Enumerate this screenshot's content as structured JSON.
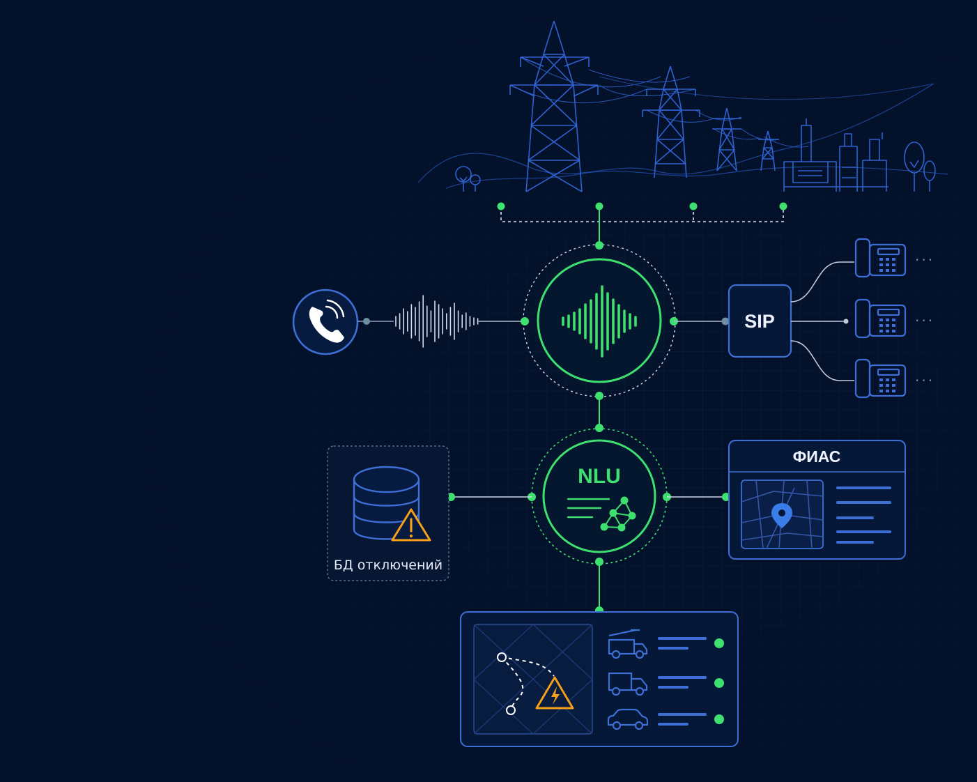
{
  "nodes": {
    "sip": {
      "label": "SIP"
    },
    "nlu": {
      "label": "NLU"
    },
    "fias": {
      "label": "ФИАС"
    },
    "outage_db": {
      "label": "БД отключений"
    }
  },
  "phones": [
    {
      "ellipsis": "···"
    },
    {
      "ellipsis": "···"
    },
    {
      "ellipsis": "···"
    }
  ],
  "icons": {
    "caller": "phone-handset-icon",
    "audio": "sound-wave-icon",
    "database": "database-icon",
    "warning": "warning-icon",
    "map_pin": "map-pin-icon",
    "outage": "lightning-warning-icon",
    "vehicles": [
      "crane-truck-icon",
      "delivery-truck-icon",
      "car-icon"
    ]
  },
  "colors": {
    "background": "#04112b",
    "accent_green": "#3ee06f",
    "accent_blue": "#3d6fd6",
    "warning_orange": "#f5a01a",
    "text": "#eef3ff"
  }
}
